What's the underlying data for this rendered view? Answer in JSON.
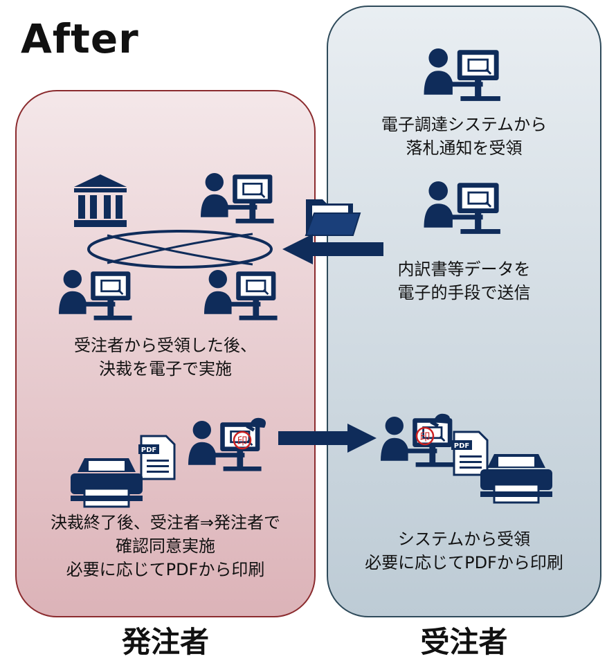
{
  "title": "After",
  "left": {
    "footer": "発注者",
    "text1": [
      "受注者から受領した後、",
      "決裁を電子で実施"
    ],
    "text2": [
      "決裁終了後、受注者⇒発注者で",
      "確認同意実施",
      "必要に応じてPDFから印刷"
    ]
  },
  "right": {
    "footer": "受注者",
    "text1": [
      "電子調達システムから",
      "落札通知を受領"
    ],
    "text2": [
      "内訳書等データを",
      "電子的手段で送信"
    ],
    "text3": [
      "システムから受領",
      "必要に応じてPDFから印刷"
    ]
  },
  "icons": {
    "stamp_glyph": "印",
    "pdf_label": "PDF"
  },
  "colors": {
    "navy": "#0f2c5a",
    "left_panel": "#e8c8cc",
    "right_panel": "#d3dde4"
  }
}
